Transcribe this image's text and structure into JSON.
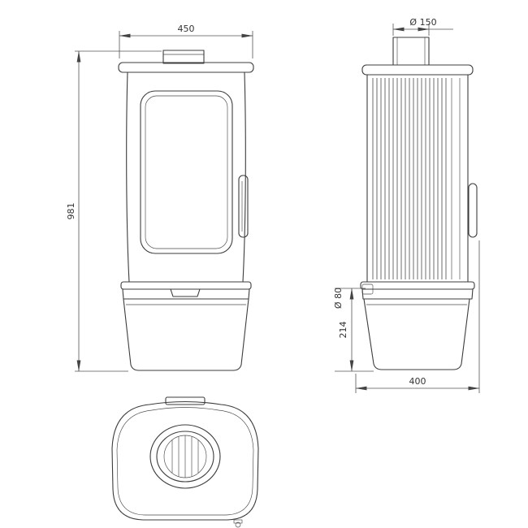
{
  "dimensions": {
    "front_width": "450",
    "overall_height": "981",
    "flue_diameter": "Ø 150",
    "intake_diameter": "Ø 80",
    "intake_height": "214",
    "depth": "400"
  }
}
